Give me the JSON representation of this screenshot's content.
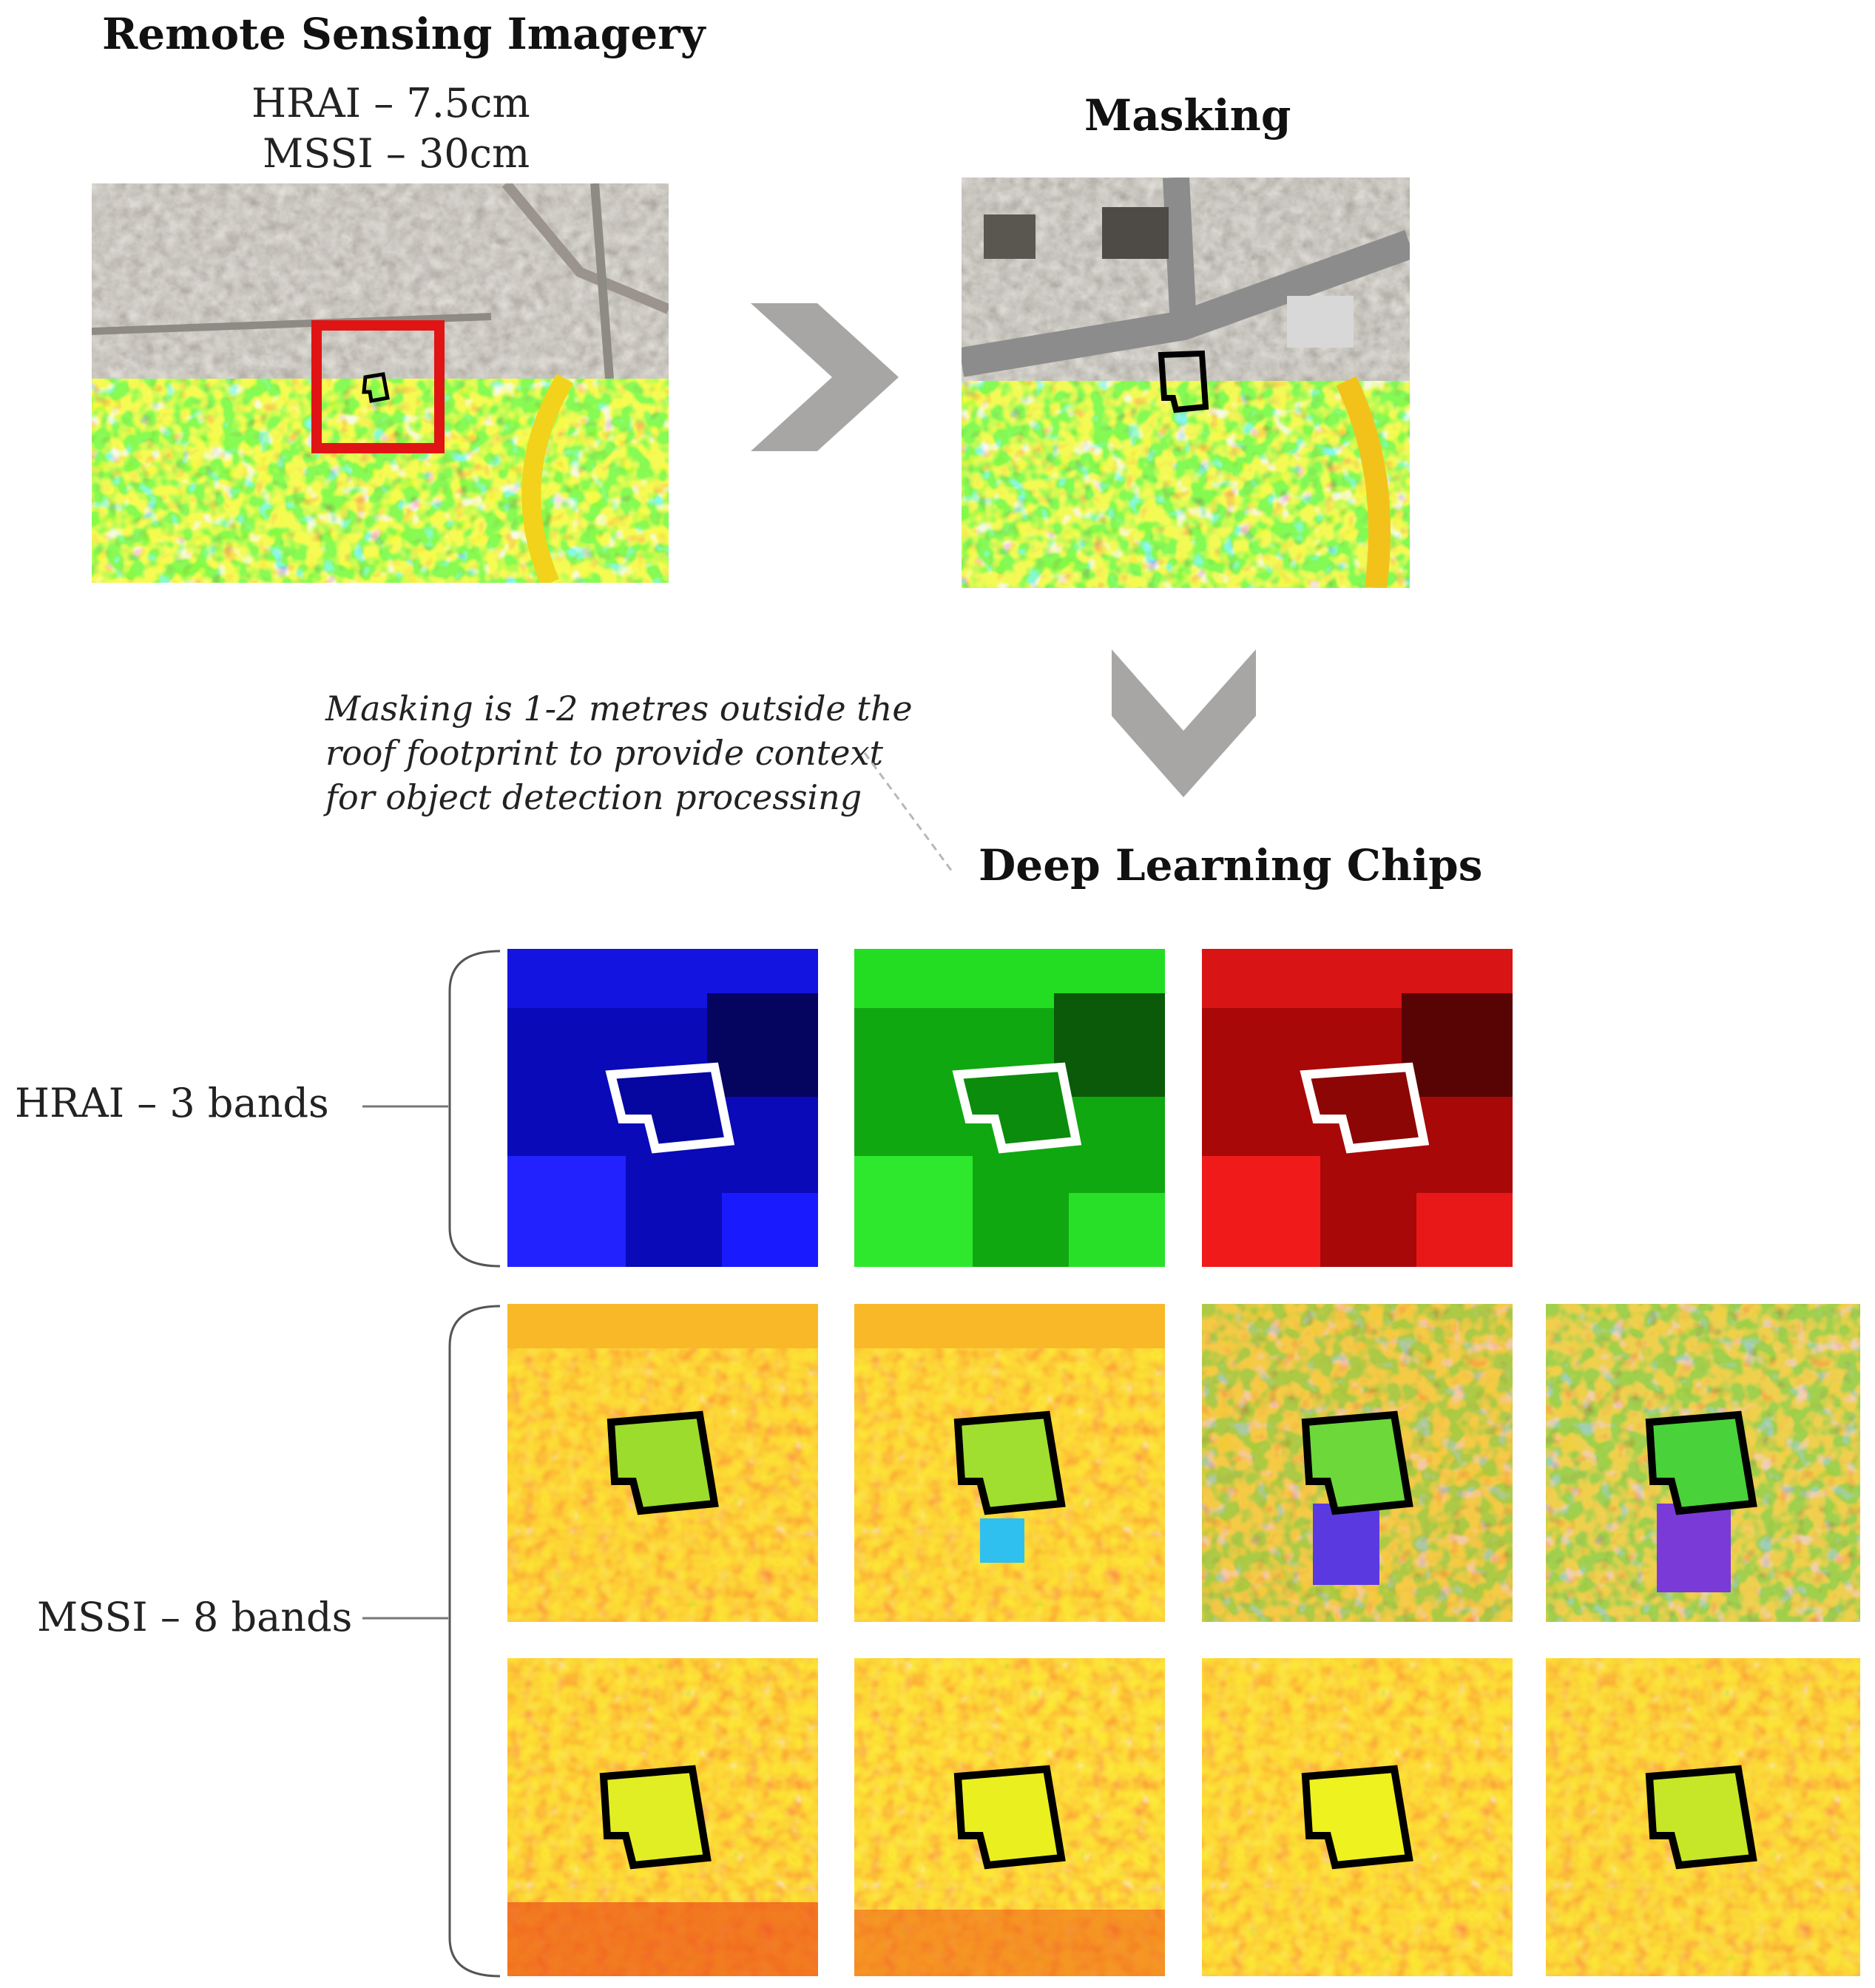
{
  "headings": {
    "remote_sensing": "Remote Sensing Imagery",
    "hrai_resolution": "HRAI – 7.5cm",
    "mssi_resolution": "MSSI – 30cm",
    "masking": "Masking",
    "deep_learning": "Deep Learning Chips"
  },
  "note": {
    "line1": "Masking is 1-2 metres outside the",
    "line2": "roof footprint to provide context",
    "line3": "for object detection processing"
  },
  "row_labels": {
    "hrai": "HRAI – 3 bands",
    "mssi": "MSSI – 8 bands"
  },
  "colors": {
    "arrow": "#a8a6a4",
    "highlight_box": "#e01414",
    "footprint_dark": "#000000",
    "footprint_light": "#ffffff",
    "band_blue": "#0a0ad2",
    "band_green": "#12c812",
    "band_red": "#d20a0a"
  },
  "icons": {
    "flow_arrow_right": "chevron-right-icon",
    "flow_arrow_down": "chevron-down-icon"
  }
}
